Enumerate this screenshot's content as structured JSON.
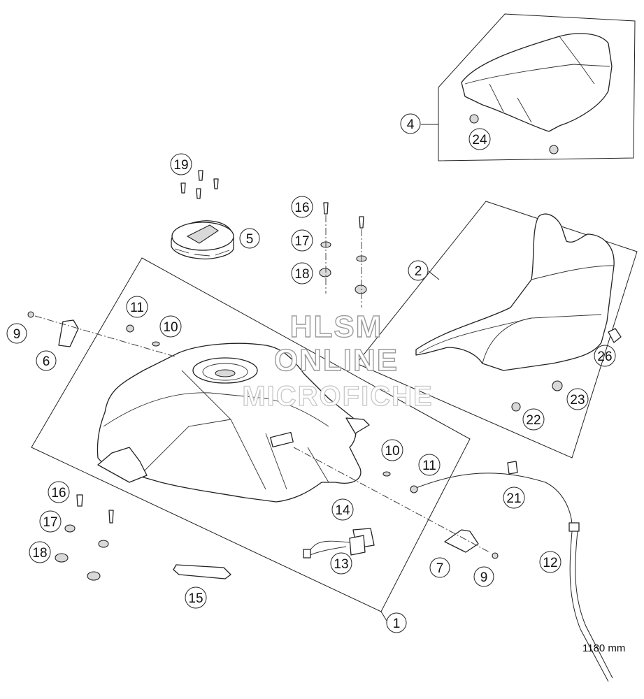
{
  "diagram": {
    "watermark": {
      "line1": "HLSM",
      "line2": "ONLINE",
      "line3": "MICROFICHE"
    },
    "hose_length_label": "1180 mm",
    "callouts": {
      "c1": "1",
      "c2": "2",
      "c4": "4",
      "c5": "5",
      "c6": "6",
      "c7": "7",
      "c9a": "9",
      "c9b": "9",
      "c10a": "10",
      "c10b": "10",
      "c11a": "11",
      "c11b": "11",
      "c12": "12",
      "c13": "13",
      "c14": "14",
      "c15": "15",
      "c16a": "16",
      "c16b": "16",
      "c17a": "17",
      "c17b": "17",
      "c18a": "18",
      "c18b": "18",
      "c19": "19",
      "c21": "21",
      "c22": "22",
      "c23": "23",
      "c24": "24",
      "c26": "26"
    }
  }
}
